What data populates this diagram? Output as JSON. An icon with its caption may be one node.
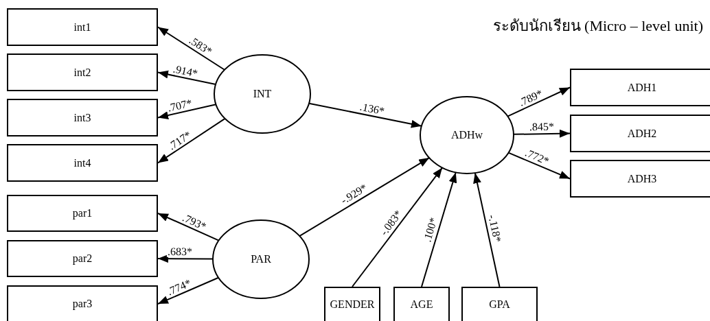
{
  "diagram": {
    "title": "ระดับนักเรียน  (Micro – level unit)",
    "nodes": [
      {
        "text": [
          "int1"
        ]
      },
      {
        "text": [
          "int2"
        ]
      },
      {
        "text": [
          "int3"
        ]
      },
      {
        "text": [
          "int4"
        ]
      },
      {
        "text": [
          "INT"
        ]
      },
      {
        "text": [
          "par1"
        ]
      },
      {
        "text": [
          "par2"
        ]
      },
      {
        "text": [
          "par3"
        ]
      },
      {
        "text": [
          "PAR"
        ]
      },
      {
        "text": [
          "ADHw"
        ]
      },
      {
        "text": [
          "ADH1"
        ]
      },
      {
        "text": [
          "ADH2"
        ]
      },
      {
        "text": [
          "ADH3"
        ]
      },
      {
        "text": [
          "GENDER"
        ]
      },
      {
        "text": [
          "AGE"
        ]
      },
      {
        "text": [
          "GPA"
        ]
      }
    ],
    "edges": [
      {
        "from": 4,
        "to": 0,
        "arrow": "to",
        "label": ".583*"
      },
      {
        "from": 4,
        "to": 1,
        "arrow": "to",
        "label": ".914*"
      },
      {
        "from": 4,
        "to": 2,
        "arrow": "to",
        "label": ".707*"
      },
      {
        "from": 4,
        "to": 3,
        "arrow": "to",
        "label": ".717*"
      },
      {
        "from": 8,
        "to": 5,
        "arrow": "to",
        "label": ".793*"
      },
      {
        "from": 8,
        "to": 6,
        "arrow": "to",
        "label": ".683*"
      },
      {
        "from": 8,
        "to": 7,
        "arrow": "to",
        "label": ".774*"
      },
      {
        "from": 4,
        "to": 9,
        "arrow": "to",
        "label": ".136*"
      },
      {
        "from": 8,
        "to": 9,
        "arrow": "to",
        "label": "-.929*"
      },
      {
        "from": 13,
        "to": 9,
        "arrow": "to",
        "label": "-.083*"
      },
      {
        "from": 14,
        "to": 9,
        "arrow": "to",
        "label": ".100*"
      },
      {
        "from": 15,
        "to": 9,
        "arrow": "to",
        "label": "-.118*"
      },
      {
        "from": 9,
        "to": 10,
        "arrow": "to",
        "label": ".789*"
      },
      {
        "from": 9,
        "to": 11,
        "arrow": "to",
        "label": ".845*"
      },
      {
        "from": 9,
        "to": 12,
        "arrow": "to",
        "label": ".772*"
      }
    ]
  }
}
